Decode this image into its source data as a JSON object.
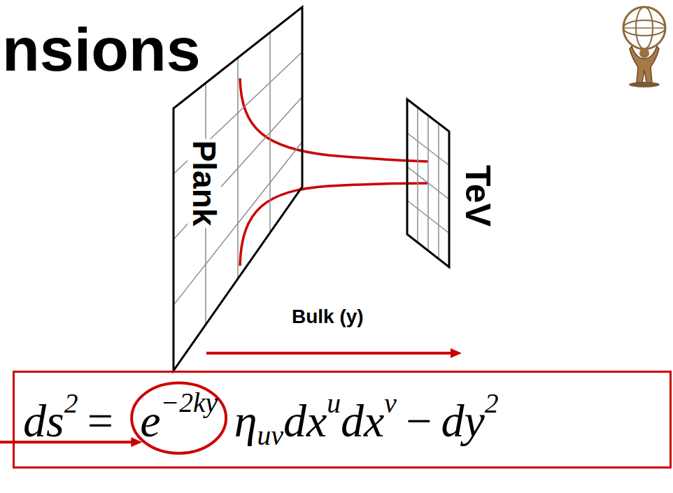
{
  "diagram": {
    "title": "nsions",
    "nodes": [
      {
        "text": [
          "Plank"
        ]
      },
      {
        "text": [
          "TeV"
        ]
      },
      {
        "text": [
          "ds",
          "2",
          "=",
          "e",
          "−2ky",
          "η",
          "uv",
          "dx",
          "u",
          "dx",
          "v",
          "−",
          "dy",
          "2"
        ]
      }
    ],
    "labels": [
      "Bulk (y)"
    ]
  }
}
